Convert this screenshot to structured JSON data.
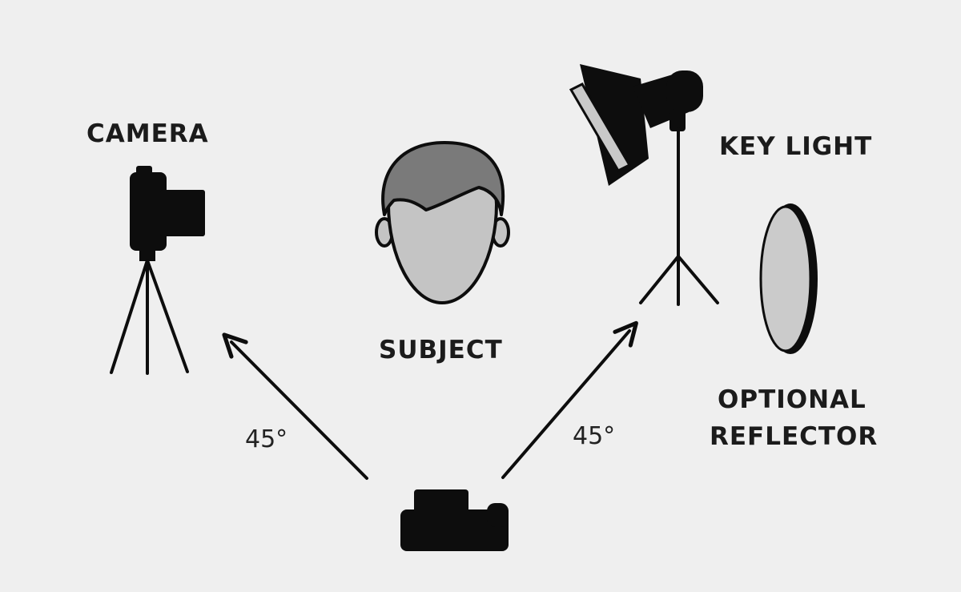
{
  "labels": {
    "camera": "CAMERA",
    "subject": "SUBJECT",
    "key_light": "KEY LIGHT",
    "reflector_line1": "OPTIONAL",
    "reflector_line2": "REFLECTOR"
  },
  "angles": {
    "left": "45°",
    "right": "45°"
  },
  "colors": {
    "background": "#efefef",
    "ink": "#0d0d0d",
    "face_fill": "#c4c4c4",
    "hair_fill": "#7a7a7a",
    "softbox_panel": "#c9c9c9",
    "reflector_fill": "#cbcbcb"
  },
  "icons": [
    "camera-icon",
    "tripod-icon",
    "head-icon",
    "softbox-light-icon",
    "light-stand-icon",
    "reflector-icon",
    "camera-bottom-icon",
    "arrow-icon"
  ]
}
